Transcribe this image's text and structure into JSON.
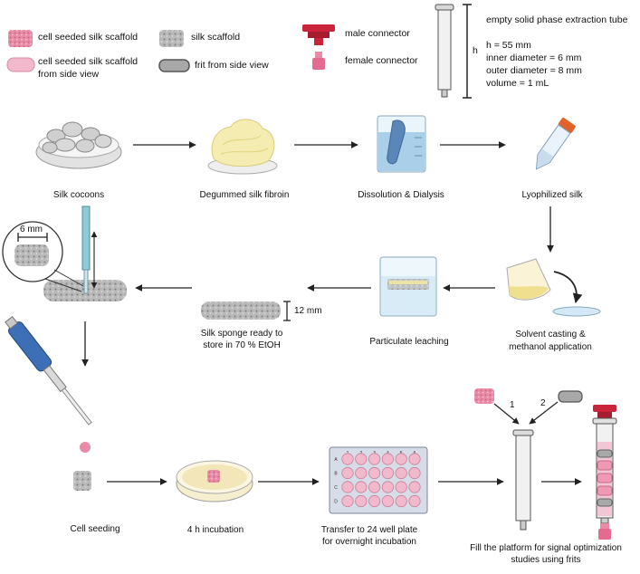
{
  "legend": {
    "cell_seeded_scaffold": "cell seeded silk scaffold",
    "silk_scaffold": "silk scaffold",
    "cell_seeded_side": "cell seeded  silk scaffold",
    "cell_seeded_side_2": "from side view",
    "frit_side": "frit from side view",
    "male_connector": "male connector",
    "female_connector": "female connector"
  },
  "spe_tube": {
    "title": "empty solid phase extraction tube",
    "h_symbol": "h",
    "specs": [
      "h = 55 mm",
      "inner diameter = 6 mm",
      "outer diameter = 8 mm",
      "volume = 1 mL"
    ]
  },
  "steps": {
    "silk_cocoons": "Silk cocoons",
    "degummed": "Degummed silk fibroin",
    "dissolution": "Dissolution & Dialysis",
    "lyophilized": "Lyophilized silk",
    "solvent_1": "Solvent casting &",
    "solvent_2": "methanol application",
    "leaching": "Particulate leaching",
    "sponge_1": "Silk sponge ready to",
    "sponge_2": "store in 70 % EtOH",
    "cell_seeding": "Cell seeding",
    "incubation": "4 h incubation",
    "transfer_1": "Transfer to 24 well plate",
    "transfer_2": "for overnight incubation",
    "fill_1": "Fill the platform for signal optimization",
    "fill_2": "studies using frits"
  },
  "dimensions": {
    "scaffold_diameter": "6 mm",
    "sponge_height": "12 mm"
  },
  "plate": {
    "columns": [
      "1",
      "2",
      "3",
      "4",
      "5",
      "6"
    ],
    "rows": [
      "A",
      "B",
      "C",
      "D"
    ]
  },
  "fill_order": [
    "1",
    "2"
  ],
  "colors": {
    "pink": "#e98aa6",
    "pink_light": "#f2b8cb",
    "gray": "#9a9a9a",
    "connector_red": "#c9243a",
    "tube": "#eeeeee",
    "arrow": "#222222"
  }
}
